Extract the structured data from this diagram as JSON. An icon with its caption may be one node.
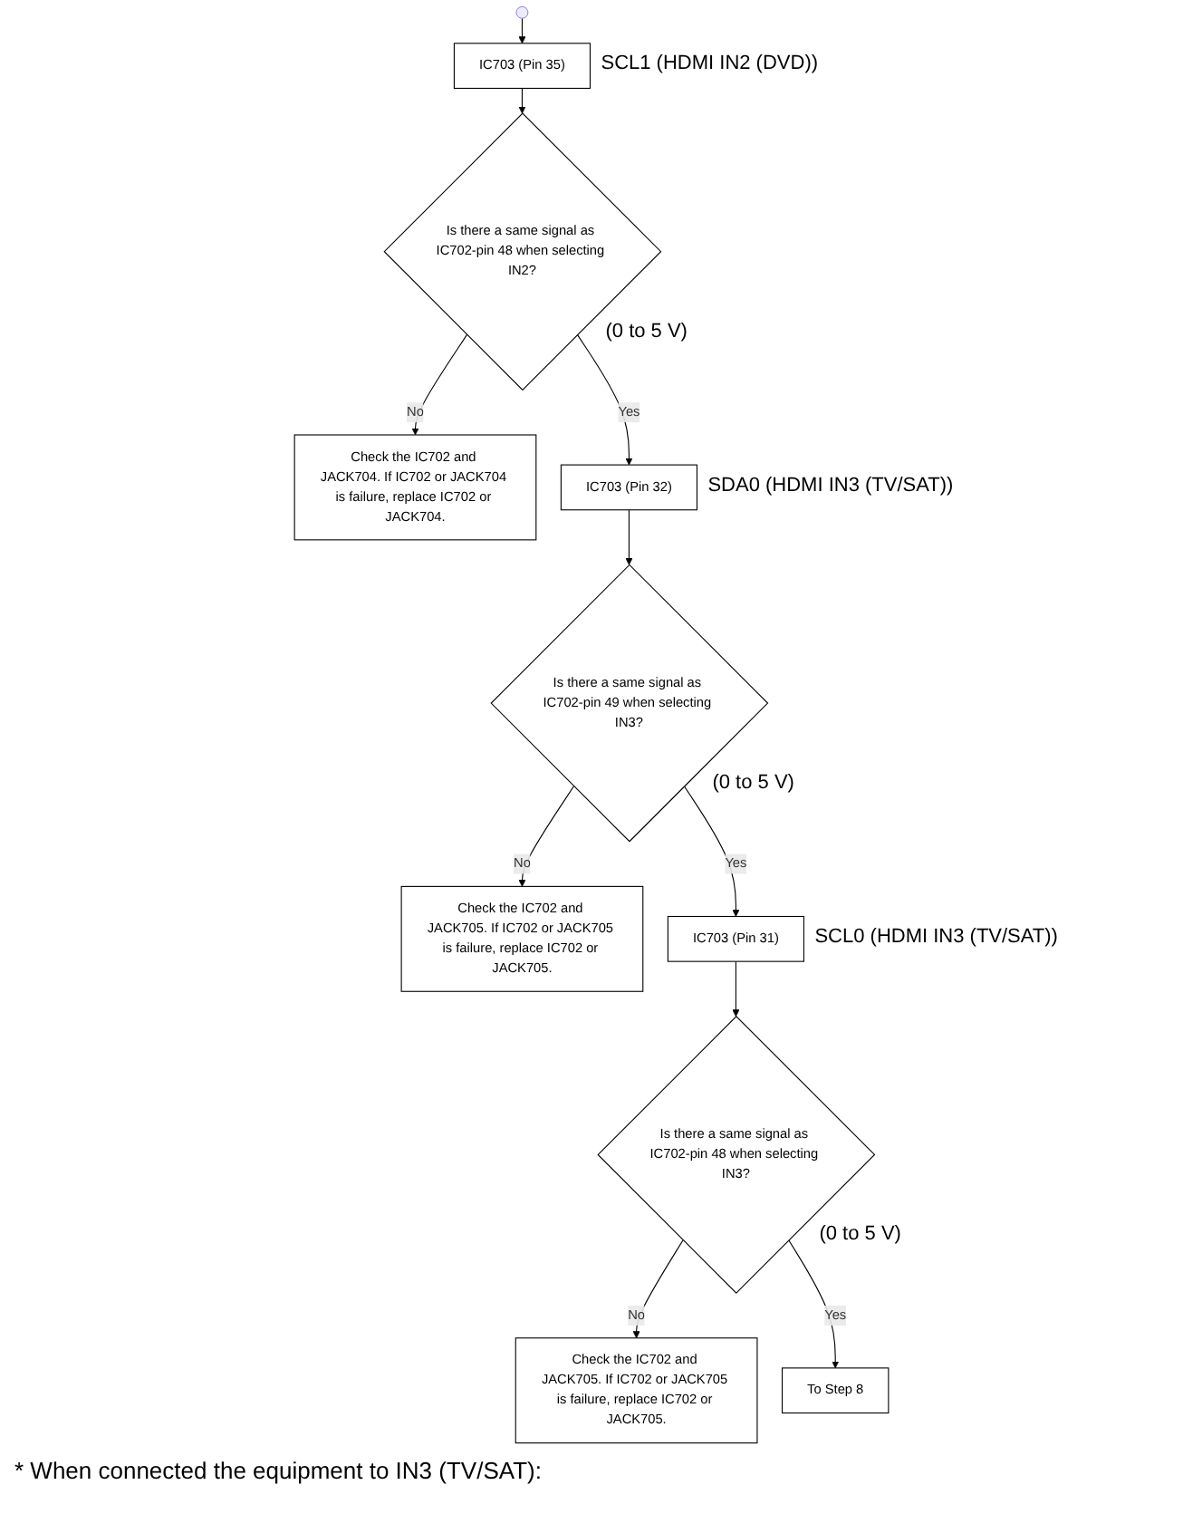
{
  "diagram": {
    "nodes": [
      {
        "text": [
          "IC703 (Pin 35)"
        ],
        "beside": [
          "SCL1 (HDMI IN2 (DVD))"
        ]
      },
      {
        "text": [
          "Is there a same signal as IC702-pin 48 when selecting IN2?"
        ],
        "beside": [
          "(0 to 5 V)"
        ]
      },
      {
        "text": [
          "Check the IC702 and JACK704. If IC702 or JACK704 is failure, replace IC702 or JACK704."
        ]
      },
      {
        "text": [
          "IC703 (Pin 32)"
        ],
        "beside": [
          "SDA0 (HDMI IN3 (TV/SAT))"
        ]
      },
      {
        "text": [
          "Is there a same signal as IC702-pin 49 when selecting IN3?"
        ],
        "beside": [
          "(0 to 5 V)"
        ]
      },
      {
        "text": [
          "Check the IC702 and JACK705. If IC702 or JACK705 is failure, replace IC702 or JACK705."
        ]
      },
      {
        "text": [
          "IC703 (Pin 31)"
        ],
        "beside": [
          "SCL0 (HDMI IN3 (TV/SAT))"
        ]
      },
      {
        "text": [
          "Is there a same signal as IC702-pin 48 when selecting IN3?"
        ],
        "beside": [
          "(0 to 5 V)"
        ]
      },
      {
        "text": [
          "Check the IC702 and JACK705. If IC702 or JACK705 is failure, replace IC702 or JACK705."
        ]
      },
      {
        "text": [
          "To Step 8"
        ]
      }
    ],
    "edges": [
      {
        "from": null,
        "to": 0,
        "arrow": "to"
      },
      {
        "from": 0,
        "to": 1,
        "arrow": "to"
      },
      {
        "from": 1,
        "to": 2,
        "arrow": "to",
        "label": "No"
      },
      {
        "from": 1,
        "to": 3,
        "arrow": "to",
        "label": "Yes"
      },
      {
        "from": 3,
        "to": 4,
        "arrow": "to"
      },
      {
        "from": 4,
        "to": 5,
        "arrow": "to",
        "label": "No"
      },
      {
        "from": 4,
        "to": 6,
        "arrow": "to",
        "label": "Yes"
      },
      {
        "from": 6,
        "to": 7,
        "arrow": "to"
      },
      {
        "from": 7,
        "to": 8,
        "arrow": "to",
        "label": "No"
      },
      {
        "from": 7,
        "to": 9,
        "arrow": "to",
        "label": "Yes"
      }
    ],
    "labels": [
      "* When connected the equipment to IN3 (TV/SAT):"
    ]
  }
}
